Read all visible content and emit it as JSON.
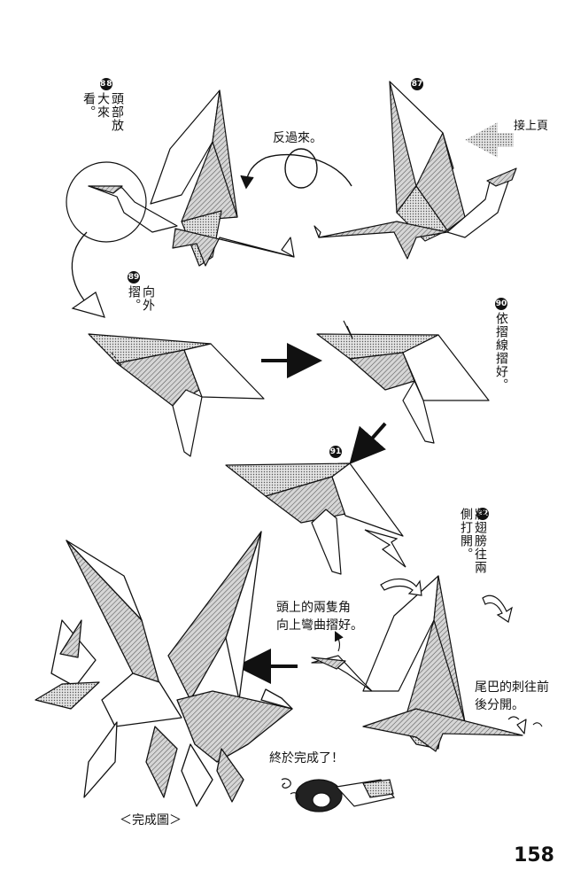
{
  "page": {
    "page_number": "158",
    "steps": [
      {
        "number": "87",
        "text": ""
      },
      {
        "number": "88",
        "text": "頭部放大來看。"
      },
      {
        "number": "89",
        "text": "向外摺。"
      },
      {
        "number": "90",
        "text": "依摺線摺好。"
      },
      {
        "number": "91",
        "text": ""
      },
      {
        "number": "92",
        "text": "將翅膀往兩側打開。"
      }
    ],
    "labels": {
      "continue_prev": "接上頁",
      "flip_over": "反過來。",
      "horns_fold_1": "頭上的兩隻角",
      "horns_fold_2": "向上彎曲摺好。",
      "tail_spikes_1": "尾巴的刺往前",
      "tail_spikes_2": "後分開。",
      "finished": "終於完成了！",
      "completed_figure": "＜完成圖＞"
    }
  }
}
